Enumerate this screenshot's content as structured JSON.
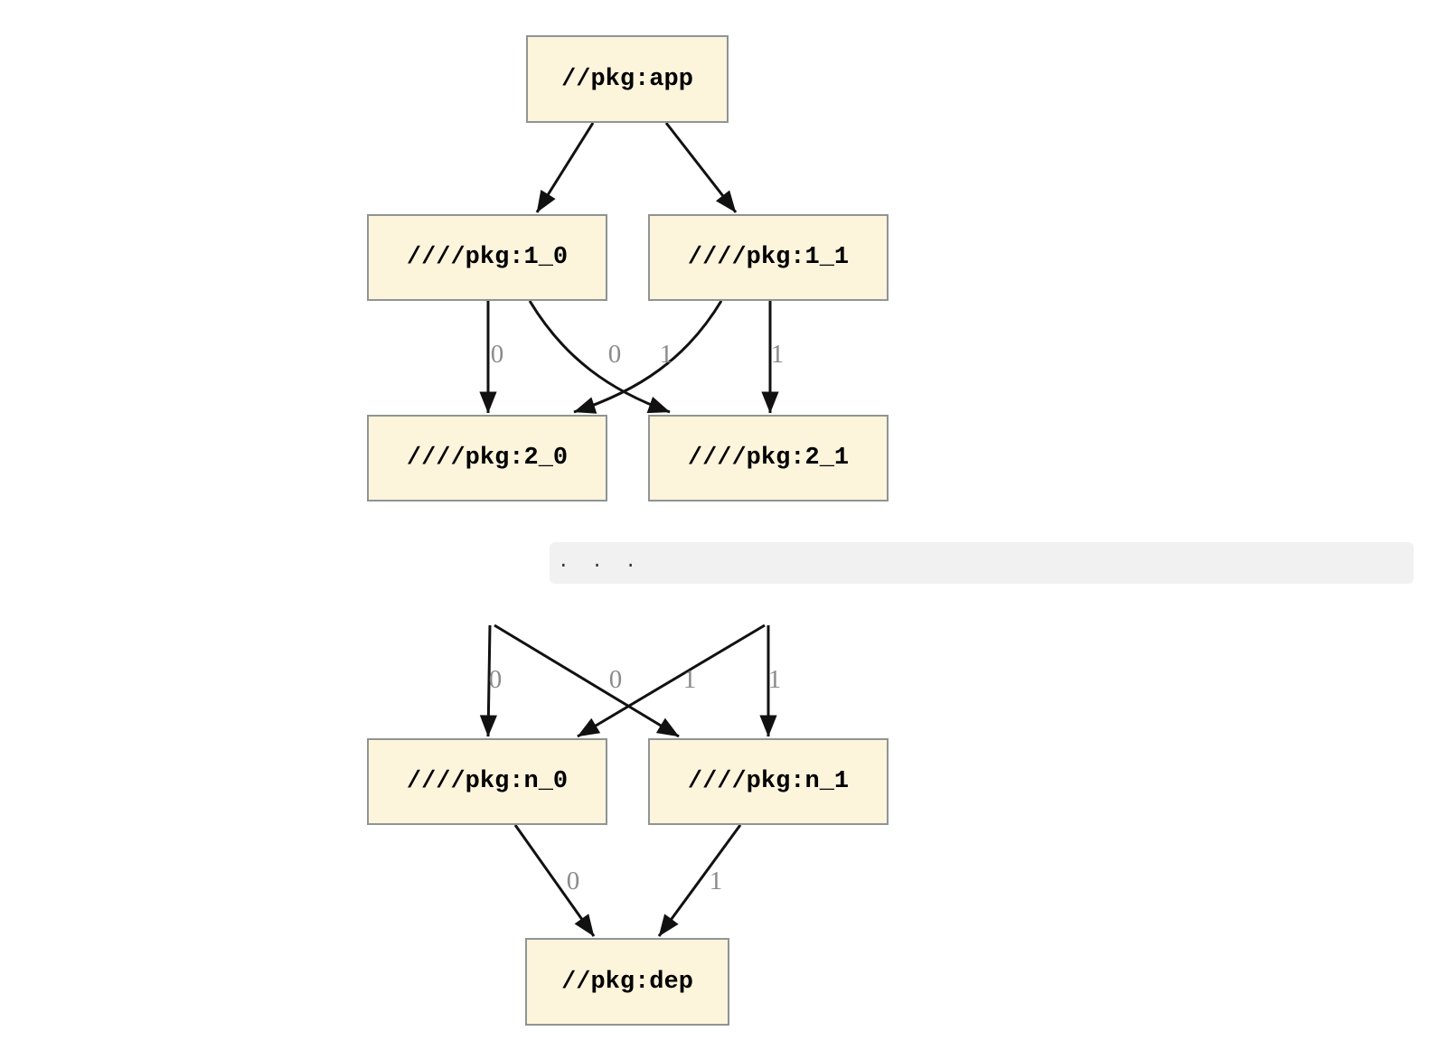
{
  "diagram": {
    "type": "dependency-graph",
    "nodes": {
      "app": "//pkg:app",
      "v1_0": "////pkg:1_0",
      "v1_1": "////pkg:1_1",
      "v2_0": "////pkg:2_0",
      "v2_1": "////pkg:2_1",
      "vn_0": "////pkg:n_0",
      "vn_1": "////pkg:n_1",
      "dep": "//pkg:dep"
    },
    "ellipsis": ". . .",
    "edge_labels": [
      "0",
      "0",
      "1",
      "1",
      "0",
      "0",
      "1",
      "1",
      "0",
      "1"
    ],
    "colors": {
      "node_fill": "#FCF4DB",
      "node_border": "#8F9494",
      "edge": "#111111",
      "edge_label": "#8B8B8B",
      "ellipsis_band_bg": "#F1F1F2",
      "ellipsis_text": "#333333"
    }
  }
}
